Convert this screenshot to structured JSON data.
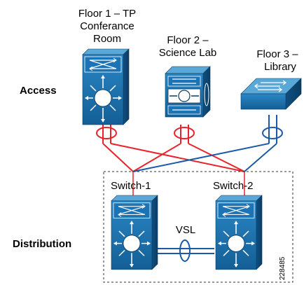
{
  "layers": {
    "access": "Access",
    "distribution": "Distribution"
  },
  "access_switches": [
    {
      "label_line1": "Floor 1 – TP",
      "label_line2": "Conferance",
      "label_line3": "Room",
      "icon": "multilayer-switch-icon",
      "uplink_color": "#e8232b"
    },
    {
      "label_line1": "Floor 2 –",
      "label_line2": "Science Lab",
      "icon": "vss-switch-icon",
      "uplink_color": "#e8232b"
    },
    {
      "label_line1": "Floor 3 –",
      "label_line2": "Library",
      "icon": "workgroup-switch-icon",
      "uplink_color": "#1b5aa6"
    }
  ],
  "distribution_switches": [
    {
      "label": "Switch-1",
      "icon": "multilayer-switch-icon"
    },
    {
      "label": "Switch-2",
      "icon": "multilayer-switch-icon"
    }
  ],
  "vsl_label": "VSL",
  "figure_id": "228485",
  "colors": {
    "device_blue": "#1a74b5",
    "device_dark": "#0f4f80",
    "device_top": "#5aa8d8",
    "link_red": "#e8232b",
    "link_blue": "#1b5aa6"
  }
}
